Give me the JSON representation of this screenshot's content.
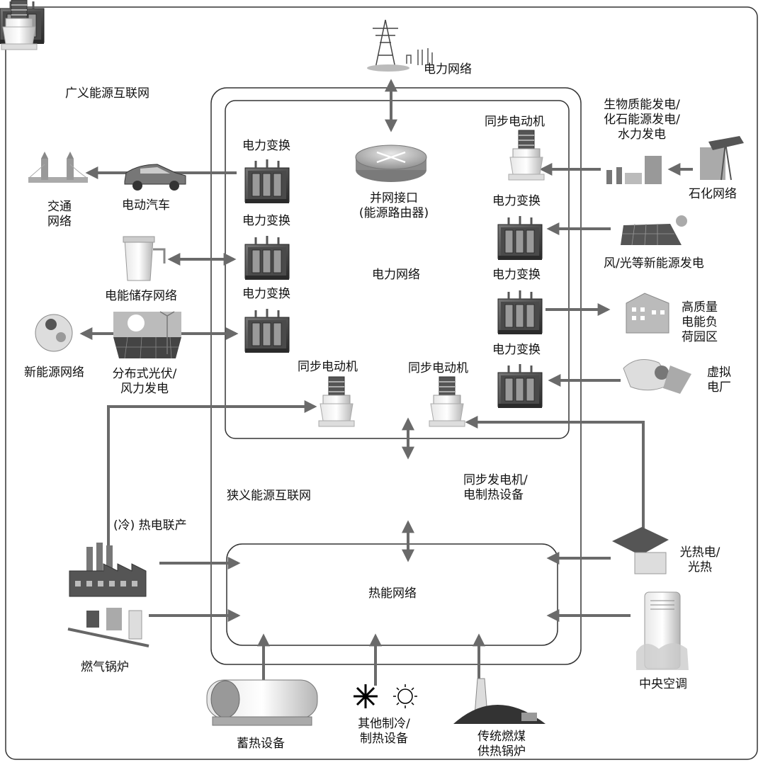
{
  "labels": {
    "broad_network": "广义能源互联网",
    "narrow_network": "狭义能源互联网",
    "power_grid_top": "电力网络",
    "power_grid_center": "电力网络",
    "thermal_network": "热能网络",
    "grid_interface": "并网接口\n(能源路由器)",
    "power_conversion": "电力变换",
    "sync_motor": "同步电动机",
    "sync_generator": "同步发电机/\n电制热设备",
    "transport_network": "交通\n网络",
    "electric_car": "电动汽车",
    "storage_network": "电能储存网络",
    "new_energy_network": "新能源网络",
    "distributed_pv": "分布式光伏/\n风力发电",
    "chp": "(冷) 热电联产",
    "gas_boiler": "燃气锅炉",
    "heat_storage": "蓄热设备",
    "other_cooling": "其他制冷/\n制热设备",
    "coal_boiler": "传统燃煤\n供热锅炉",
    "central_ac": "中央空调",
    "solar_thermal": "光热电/\n光热",
    "virtual_plant": "虚拟\n电厂",
    "hq_park": "高质量\n电能负\n荷园区",
    "wind_solar": "风/光等新能源发电",
    "petro_network": "石化网络",
    "bio_fossil_hydro": "生物质能发电/\n化石能源发电/\n水力发电"
  },
  "colors": {
    "line": "#333333",
    "arrow": "#6a6a6a",
    "device_dark": "#3a3a3a",
    "device_mid": "#8a8a8a",
    "device_light": "#cfcfcf"
  }
}
